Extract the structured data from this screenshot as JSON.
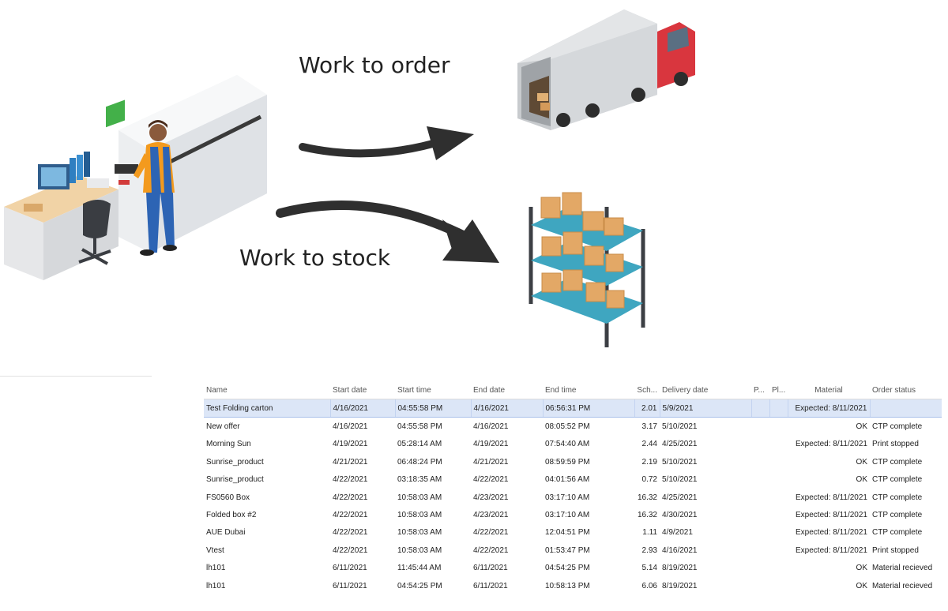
{
  "illustration": {
    "work_to_order": "Work to order",
    "work_to_stock": "Work to stock"
  },
  "grid": {
    "columns": [
      "Name",
      "Start date",
      "Start time",
      "End date",
      "End time",
      "Sch...",
      "Delivery date",
      "P...",
      "Pl...",
      "Material",
      "Order status"
    ],
    "selected_row": 0,
    "rows": [
      [
        "Test Folding carton",
        "4/16/2021",
        "04:55:58 PM",
        "4/16/2021",
        "06:56:31 PM",
        "2.01",
        "5/9/2021",
        "",
        "",
        "Expected: 8/11/2021",
        ""
      ],
      [
        "New offer",
        "4/16/2021",
        "04:55:58 PM",
        "4/16/2021",
        "08:05:52 PM",
        "3.17",
        "5/10/2021",
        "",
        "",
        "OK",
        "CTP complete"
      ],
      [
        "Morning Sun",
        "4/19/2021",
        "05:28:14 AM",
        "4/19/2021",
        "07:54:40 AM",
        "2.44",
        "4/25/2021",
        "",
        "",
        "Expected: 8/11/2021",
        "Print stopped"
      ],
      [
        "Sunrise_product",
        "4/21/2021",
        "06:48:24 PM",
        "4/21/2021",
        "08:59:59 PM",
        "2.19",
        "5/10/2021",
        "",
        "",
        "OK",
        "CTP complete"
      ],
      [
        "Sunrise_product",
        "4/22/2021",
        "03:18:35 AM",
        "4/22/2021",
        "04:01:56 AM",
        "0.72",
        "5/10/2021",
        "",
        "",
        "OK",
        "CTP complete"
      ],
      [
        "FS0560 Box",
        "4/22/2021",
        "10:58:03 AM",
        "4/23/2021",
        "03:17:10 AM",
        "16.32",
        "4/25/2021",
        "",
        "",
        "Expected: 8/11/2021",
        "CTP complete"
      ],
      [
        "Folded box #2",
        "4/22/2021",
        "10:58:03 AM",
        "4/23/2021",
        "03:17:10 AM",
        "16.32",
        "4/30/2021",
        "",
        "",
        "Expected: 8/11/2021",
        "CTP complete"
      ],
      [
        "AUE Dubai",
        "4/22/2021",
        "10:58:03 AM",
        "4/22/2021",
        "12:04:51 PM",
        "1.11",
        "4/9/2021",
        "",
        "",
        "Expected: 8/11/2021",
        "CTP complete"
      ],
      [
        "Vtest",
        "4/22/2021",
        "10:58:03 AM",
        "4/22/2021",
        "01:53:47 PM",
        "2.93",
        "4/16/2021",
        "",
        "",
        "Expected: 8/11/2021",
        "Print stopped"
      ],
      [
        "lh101",
        "6/11/2021",
        "11:45:44 AM",
        "6/11/2021",
        "04:54:25 PM",
        "5.14",
        "8/19/2021",
        "",
        "",
        "OK",
        "Material recieved"
      ],
      [
        "lh101",
        "6/11/2021",
        "04:54:25 PM",
        "6/11/2021",
        "10:58:13 PM",
        "6.06",
        "8/19/2021",
        "",
        "",
        "OK",
        "Material recieved"
      ]
    ]
  }
}
